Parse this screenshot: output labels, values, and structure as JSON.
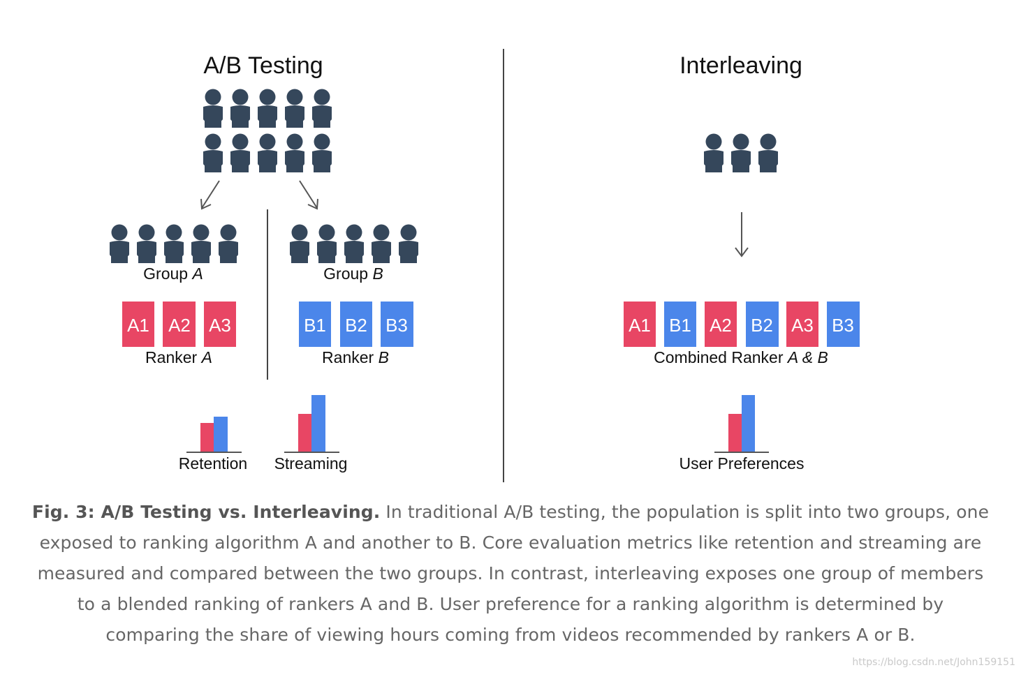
{
  "ab": {
    "title": "A/B Testing",
    "group_a_label": "Group",
    "group_a_letter": "A",
    "group_b_label": "Group",
    "group_b_letter": "B",
    "ranker_a_label": "Ranker",
    "ranker_a_letter": "A",
    "ranker_b_label": "Ranker",
    "ranker_b_letter": "B",
    "ranker_a_items": [
      "A1",
      "A2",
      "A3"
    ],
    "ranker_b_items": [
      "B1",
      "B2",
      "B3"
    ],
    "metric_retention": "Retention",
    "metric_streaming": "Streaming"
  },
  "interleaving": {
    "title": "Interleaving",
    "combined_items": [
      "A1",
      "B1",
      "A2",
      "B2",
      "A3",
      "B3"
    ],
    "combined_label": "Combined Ranker",
    "combined_letters": "A & B",
    "metric_preferences": "User Preferences"
  },
  "caption": {
    "bold": "Fig. 3: A/B Testing vs. Interleaving.",
    "text": " In traditional A/B testing, the population is split into two groups, one exposed to ranking algorithm A and another to B. Core evaluation metrics like retention and streaming are measured and compared between the two groups. In contrast, interleaving exposes one group of members to a blended ranking of rankers A and B. User preference for a ranking algorithm is determined by comparing the share of viewing hours coming from videos recommended by rankers A or B."
  },
  "watermark": "https://blog.csdn.net/John159151",
  "colors": {
    "person": "#35475b",
    "ranker_a": "#e84664",
    "ranker_b": "#4b86ea",
    "line": "#555555"
  }
}
